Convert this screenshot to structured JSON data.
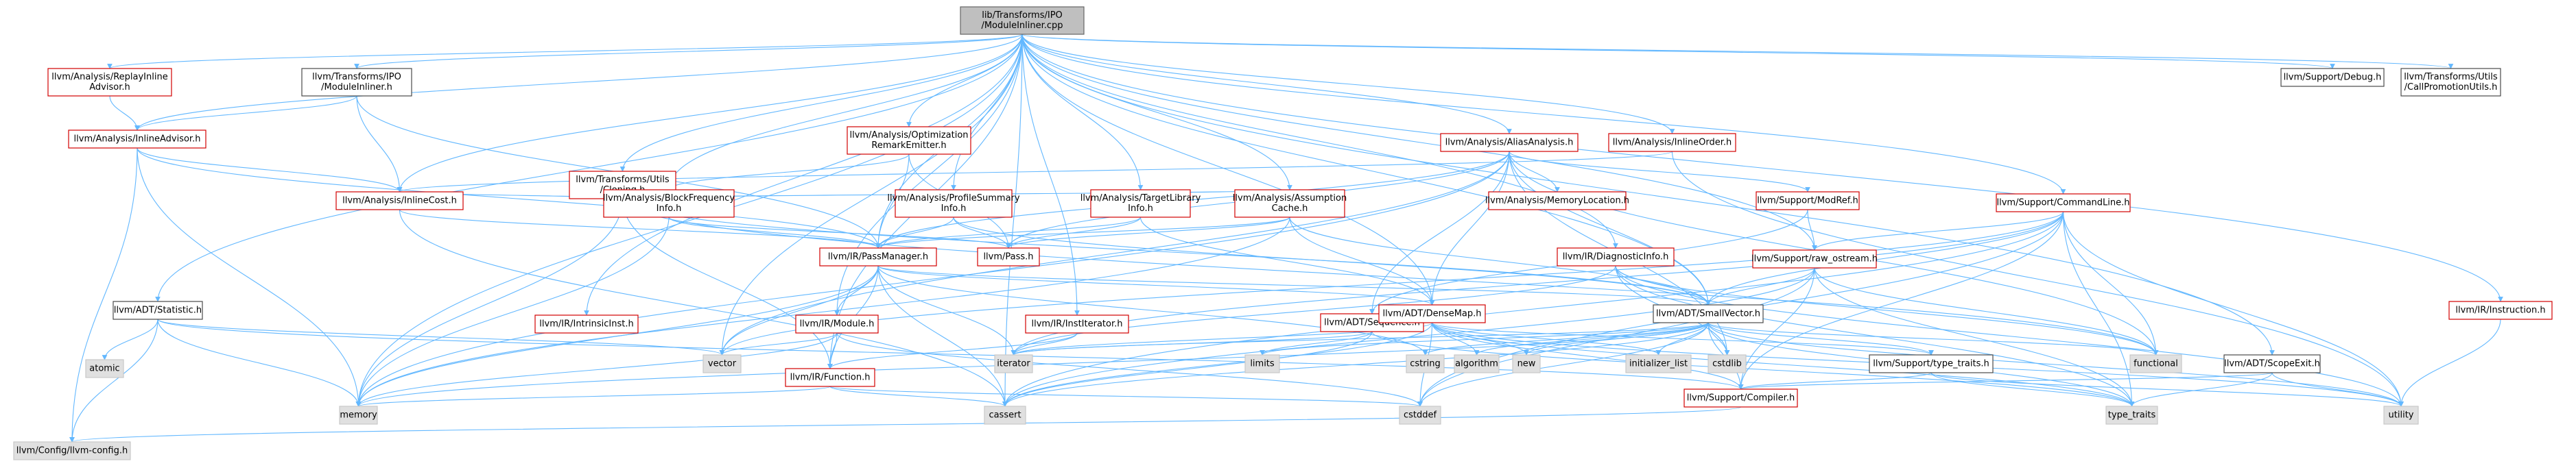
{
  "colors": {
    "edge": "#63b8ff",
    "red_border": "#d10000",
    "black_border": "#4a4a4a",
    "gray_fill": "#e0e0e0",
    "root_fill": "#bfbfbf"
  },
  "nodes": [
    {
      "id": "root",
      "lines": [
        "lib/Transforms/IPO",
        "/ModuleInliner.cpp"
      ],
      "style": "root"
    },
    {
      "id": "replay",
      "lines": [
        "llvm/Analysis/ReplayInline",
        "Advisor.h"
      ],
      "style": "red"
    },
    {
      "id": "ipo",
      "lines": [
        "llvm/Transforms/IPO",
        "/ModuleInliner.h"
      ],
      "style": "black"
    },
    {
      "id": "inladv",
      "lines": [
        "llvm/Analysis/InlineAdvisor.h"
      ],
      "style": "red"
    },
    {
      "id": "statistic",
      "lines": [
        "llvm/ADT/Statistic.h"
      ],
      "style": "black"
    },
    {
      "id": "atomic",
      "lines": [
        "atomic"
      ],
      "style": "gray"
    },
    {
      "id": "llvmconfig",
      "lines": [
        "llvm/Config/llvm-config.h"
      ],
      "style": "gray"
    },
    {
      "id": "cloning",
      "lines": [
        "llvm/Transforms/Utils",
        "/Cloning.h"
      ],
      "style": "red"
    },
    {
      "id": "inlcost",
      "lines": [
        "llvm/Analysis/InlineCost.h"
      ],
      "style": "red"
    },
    {
      "id": "intrinsic",
      "lines": [
        "llvm/IR/IntrinsicInst.h"
      ],
      "style": "red"
    },
    {
      "id": "optrem",
      "lines": [
        "llvm/Analysis/Optimization",
        "RemarkEmitter.h"
      ],
      "style": "red"
    },
    {
      "id": "blockfreq",
      "lines": [
        "llvm/Analysis/BlockFrequency",
        "Info.h"
      ],
      "style": "red"
    },
    {
      "id": "profsum",
      "lines": [
        "llvm/Analysis/ProfileSummary",
        "Info.h"
      ],
      "style": "red"
    },
    {
      "id": "passmgr",
      "lines": [
        "llvm/IR/PassManager.h"
      ],
      "style": "red"
    },
    {
      "id": "module",
      "lines": [
        "llvm/IR/Module.h"
      ],
      "style": "red"
    },
    {
      "id": "institer",
      "lines": [
        "llvm/IR/InstIterator.h"
      ],
      "style": "red"
    },
    {
      "id": "function",
      "lines": [
        "llvm/IR/Function.h"
      ],
      "style": "red"
    },
    {
      "id": "tli",
      "lines": [
        "llvm/Analysis/TargetLibrary",
        "Info.h"
      ],
      "style": "red"
    },
    {
      "id": "assume",
      "lines": [
        "llvm/Analysis/Assumption",
        "Cache.h"
      ],
      "style": "red"
    },
    {
      "id": "pass",
      "lines": [
        "llvm/Pass.h"
      ],
      "style": "red"
    },
    {
      "id": "aa",
      "lines": [
        "llvm/Analysis/AliasAnalysis.h"
      ],
      "style": "red"
    },
    {
      "id": "memloc",
      "lines": [
        "llvm/Analysis/MemoryLocation.h"
      ],
      "style": "red"
    },
    {
      "id": "modref",
      "lines": [
        "llvm/Support/ModRef.h"
      ],
      "style": "red"
    },
    {
      "id": "inlorder",
      "lines": [
        "llvm/Analysis/InlineOrder.h"
      ],
      "style": "red"
    },
    {
      "id": "diag",
      "lines": [
        "llvm/IR/DiagnosticInfo.h"
      ],
      "style": "red"
    },
    {
      "id": "sequence",
      "lines": [
        "llvm/ADT/Sequence.h"
      ],
      "style": "red"
    },
    {
      "id": "densemap",
      "lines": [
        "llvm/ADT/DenseMap.h"
      ],
      "style": "red"
    },
    {
      "id": "smallvec",
      "lines": [
        "llvm/ADT/SmallVector.h"
      ],
      "style": "black"
    },
    {
      "id": "rawos",
      "lines": [
        "llvm/Support/raw_ostream.h"
      ],
      "style": "red"
    },
    {
      "id": "cmdline",
      "lines": [
        "llvm/Support/CommandLine.h"
      ],
      "style": "red"
    },
    {
      "id": "typetraits_h",
      "lines": [
        "llvm/Support/type_traits.h"
      ],
      "style": "black"
    },
    {
      "id": "compiler",
      "lines": [
        "llvm/Support/Compiler.h"
      ],
      "style": "red"
    },
    {
      "id": "scopeexit",
      "lines": [
        "llvm/ADT/ScopeExit.h"
      ],
      "style": "black"
    },
    {
      "id": "debug",
      "lines": [
        "llvm/Support/Debug.h"
      ],
      "style": "black"
    },
    {
      "id": "callprom",
      "lines": [
        "llvm/Transforms/Utils",
        "/CallPromotionUtils.h"
      ],
      "style": "black"
    },
    {
      "id": "instruction",
      "lines": [
        "llvm/IR/Instruction.h"
      ],
      "style": "red"
    },
    {
      "id": "vector",
      "lines": [
        "vector"
      ],
      "style": "gray"
    },
    {
      "id": "memory",
      "lines": [
        "memory"
      ],
      "style": "gray"
    },
    {
      "id": "iterator",
      "lines": [
        "iterator"
      ],
      "style": "gray"
    },
    {
      "id": "cassert",
      "lines": [
        "cassert"
      ],
      "style": "gray"
    },
    {
      "id": "limits",
      "lines": [
        "limits"
      ],
      "style": "gray"
    },
    {
      "id": "cstring",
      "lines": [
        "cstring"
      ],
      "style": "gray"
    },
    {
      "id": "algorithm",
      "lines": [
        "algorithm"
      ],
      "style": "gray"
    },
    {
      "id": "new",
      "lines": [
        "new"
      ],
      "style": "gray"
    },
    {
      "id": "initlist",
      "lines": [
        "initializer_list"
      ],
      "style": "gray"
    },
    {
      "id": "cstdlib",
      "lines": [
        "cstdlib"
      ],
      "style": "gray"
    },
    {
      "id": "cstddef",
      "lines": [
        "cstddef"
      ],
      "style": "gray"
    },
    {
      "id": "functional",
      "lines": [
        "functional"
      ],
      "style": "gray"
    },
    {
      "id": "type_traits",
      "lines": [
        "type_traits"
      ],
      "style": "gray"
    },
    {
      "id": "utility",
      "lines": [
        "utility"
      ],
      "style": "gray"
    }
  ],
  "edges": [
    [
      "root",
      "replay"
    ],
    [
      "root",
      "ipo"
    ],
    [
      "root",
      "inladv"
    ],
    [
      "root",
      "statistic"
    ],
    [
      "root",
      "cloning"
    ],
    [
      "root",
      "inlcost"
    ],
    [
      "root",
      "optrem"
    ],
    [
      "root",
      "blockfreq"
    ],
    [
      "root",
      "profsum"
    ],
    [
      "root",
      "passmgr"
    ],
    [
      "root",
      "module"
    ],
    [
      "root",
      "institer"
    ],
    [
      "root",
      "tli"
    ],
    [
      "root",
      "assume"
    ],
    [
      "root",
      "aa"
    ],
    [
      "root",
      "inlorder"
    ],
    [
      "root",
      "diag"
    ],
    [
      "root",
      "rawos"
    ],
    [
      "root",
      "cmdline"
    ],
    [
      "root",
      "scopeexit"
    ],
    [
      "root",
      "debug"
    ],
    [
      "root",
      "callprom"
    ],
    [
      "root",
      "instruction"
    ],
    [
      "root",
      "intrinsic"
    ],
    [
      "root",
      "function"
    ],
    [
      "root",
      "vector"
    ],
    [
      "root",
      "memory"
    ],
    [
      "root",
      "cassert"
    ],
    [
      "root",
      "smallvec"
    ],
    [
      "root",
      "densemap"
    ],
    [
      "replay",
      "inladv"
    ],
    [
      "ipo",
      "inladv"
    ],
    [
      "ipo",
      "inlcost"
    ],
    [
      "ipo",
      "passmgr"
    ],
    [
      "inladv",
      "inlcost"
    ],
    [
      "inladv",
      "passmgr"
    ],
    [
      "inladv",
      "memory"
    ],
    [
      "inladv",
      "llvmconfig"
    ],
    [
      "statistic",
      "atomic"
    ],
    [
      "statistic",
      "memory"
    ],
    [
      "statistic",
      "llvmconfig"
    ],
    [
      "statistic",
      "compiler"
    ],
    [
      "statistic",
      "vector"
    ],
    [
      "cloning",
      "inlcost"
    ],
    [
      "cloning",
      "assume"
    ],
    [
      "cloning",
      "smallvec"
    ],
    [
      "cloning",
      "function"
    ],
    [
      "cloning",
      "functional"
    ],
    [
      "cloning",
      "memory"
    ],
    [
      "inlcost",
      "passmgr"
    ],
    [
      "inlcost",
      "cassert"
    ],
    [
      "optrem",
      "passmgr"
    ],
    [
      "optrem",
      "pass"
    ],
    [
      "optrem",
      "blockfreq"
    ],
    [
      "blockfreq",
      "passmgr"
    ],
    [
      "blockfreq",
      "pass"
    ],
    [
      "blockfreq",
      "memory"
    ],
    [
      "profsum",
      "passmgr"
    ],
    [
      "profsum",
      "pass"
    ],
    [
      "profsum",
      "smallvec"
    ],
    [
      "passmgr",
      "module"
    ],
    [
      "passmgr",
      "function"
    ],
    [
      "passmgr",
      "densemap"
    ],
    [
      "passmgr",
      "smallvec"
    ],
    [
      "passmgr",
      "cassert"
    ],
    [
      "passmgr",
      "vector"
    ],
    [
      "passmgr",
      "memory"
    ],
    [
      "passmgr",
      "iterator"
    ],
    [
      "passmgr",
      "cstring"
    ],
    [
      "module",
      "function"
    ],
    [
      "module",
      "vector"
    ],
    [
      "module",
      "memory"
    ],
    [
      "module",
      "cstddef"
    ],
    [
      "institer",
      "function"
    ],
    [
      "institer",
      "iterator"
    ],
    [
      "function",
      "cassert"
    ],
    [
      "function",
      "cstddef"
    ],
    [
      "function",
      "memory"
    ],
    [
      "tli",
      "densemap"
    ],
    [
      "tli",
      "pass"
    ],
    [
      "tli",
      "passmgr"
    ],
    [
      "assume",
      "densemap"
    ],
    [
      "assume",
      "smallvec"
    ],
    [
      "assume",
      "pass"
    ],
    [
      "assume",
      "passmgr"
    ],
    [
      "assume",
      "memory"
    ],
    [
      "aa",
      "memloc"
    ],
    [
      "aa",
      "modref"
    ],
    [
      "aa",
      "passmgr"
    ],
    [
      "aa",
      "pass"
    ],
    [
      "aa",
      "densemap"
    ],
    [
      "aa",
      "smallvec"
    ],
    [
      "aa",
      "sequence"
    ],
    [
      "aa",
      "memory"
    ],
    [
      "aa",
      "vector"
    ],
    [
      "aa",
      "functional"
    ],
    [
      "aa",
      "cstdlib"
    ],
    [
      "inlorder",
      "utility"
    ],
    [
      "inlorder",
      "inlcost"
    ],
    [
      "modref",
      "rawos"
    ],
    [
      "modref",
      "sequence"
    ],
    [
      "diag",
      "smallvec"
    ],
    [
      "diag",
      "iterator"
    ],
    [
      "diag",
      "functional"
    ],
    [
      "diag",
      "cstdlib"
    ],
    [
      "diag",
      "utility"
    ],
    [
      "diag",
      "type_traits"
    ],
    [
      "sequence",
      "iterator"
    ],
    [
      "sequence",
      "cassert"
    ],
    [
      "sequence",
      "limits"
    ],
    [
      "sequence",
      "type_traits"
    ],
    [
      "densemap",
      "iterator"
    ],
    [
      "densemap",
      "cassert"
    ],
    [
      "densemap",
      "new"
    ],
    [
      "densemap",
      "algorithm"
    ],
    [
      "densemap",
      "initlist"
    ],
    [
      "densemap",
      "cstddef"
    ],
    [
      "densemap",
      "type_traits"
    ],
    [
      "densemap",
      "utility"
    ],
    [
      "densemap",
      "compiler"
    ],
    [
      "densemap",
      "typetraits_h"
    ],
    [
      "smallvec",
      "compiler"
    ],
    [
      "smallvec",
      "typetraits_h"
    ],
    [
      "smallvec",
      "algorithm"
    ],
    [
      "smallvec",
      "cassert"
    ],
    [
      "smallvec",
      "cstddef"
    ],
    [
      "smallvec",
      "cstdlib"
    ],
    [
      "smallvec",
      "cstring"
    ],
    [
      "smallvec",
      "functional"
    ],
    [
      "smallvec",
      "initlist"
    ],
    [
      "smallvec",
      "iterator"
    ],
    [
      "smallvec",
      "limits"
    ],
    [
      "smallvec",
      "memory"
    ],
    [
      "smallvec",
      "new"
    ],
    [
      "smallvec",
      "type_traits"
    ],
    [
      "smallvec",
      "utility"
    ],
    [
      "rawos",
      "compiler"
    ],
    [
      "rawos",
      "smallvec"
    ],
    [
      "rawos",
      "cassert"
    ],
    [
      "rawos",
      "cstddef"
    ],
    [
      "rawos",
      "type_traits"
    ],
    [
      "rawos",
      "functional"
    ],
    [
      "cmdline",
      "smallvec"
    ],
    [
      "cmdline",
      "rawos"
    ],
    [
      "cmdline",
      "compiler"
    ],
    [
      "cmdline",
      "functional"
    ],
    [
      "cmdline",
      "cassert"
    ],
    [
      "cmdline",
      "iterator"
    ],
    [
      "cmdline",
      "type_traits"
    ],
    [
      "cmdline",
      "utility"
    ],
    [
      "cmdline",
      "vector"
    ],
    [
      "cmdline",
      "cstddef"
    ],
    [
      "typetraits_h",
      "compiler"
    ],
    [
      "typetraits_h",
      "type_traits"
    ],
    [
      "typetraits_h",
      "utility"
    ],
    [
      "compiler",
      "llvmconfig"
    ],
    [
      "scopeexit",
      "compiler"
    ],
    [
      "scopeexit",
      "type_traits"
    ],
    [
      "scopeexit",
      "utility"
    ],
    [
      "instruction",
      "utility"
    ]
  ]
}
